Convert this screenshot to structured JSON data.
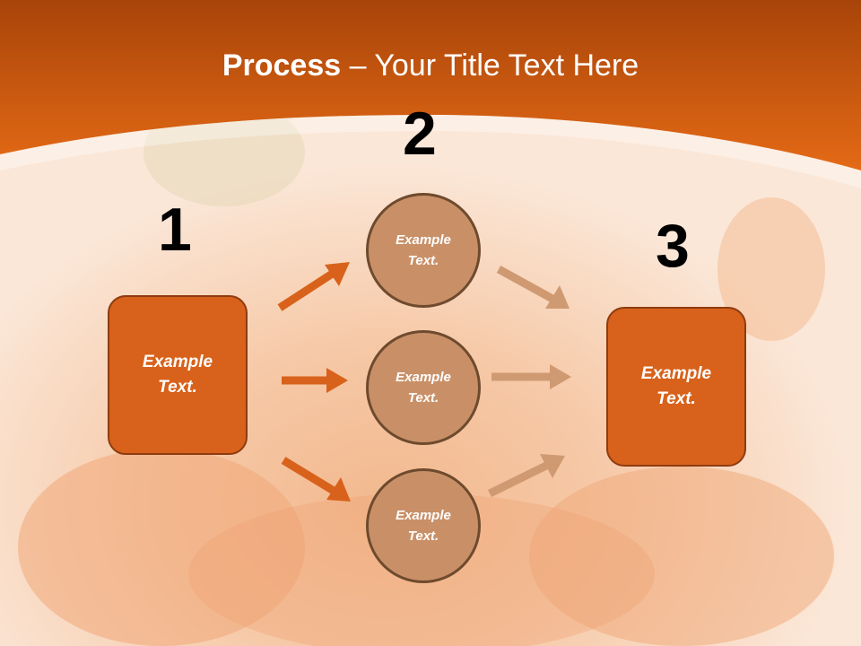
{
  "title": {
    "bold": "Process",
    "rest": " – Your Title Text Here"
  },
  "step_numbers": [
    "1",
    "2",
    "3"
  ],
  "start_box": {
    "text_line1": "Example",
    "text_line2": "Text."
  },
  "circles": [
    {
      "text_line1": "Example",
      "text_line2": "Text."
    },
    {
      "text_line1": "Example",
      "text_line2": "Text."
    },
    {
      "text_line1": "Example",
      "text_line2": "Text."
    }
  ],
  "end_box": {
    "text_line1": "Example",
    "text_line2": "Text."
  },
  "colors": {
    "header": "#e06a1a",
    "box": "#d8621b",
    "circle": "#c99068",
    "arrow_dark": "#d8621b",
    "arrow_light": "#cf9a72"
  }
}
